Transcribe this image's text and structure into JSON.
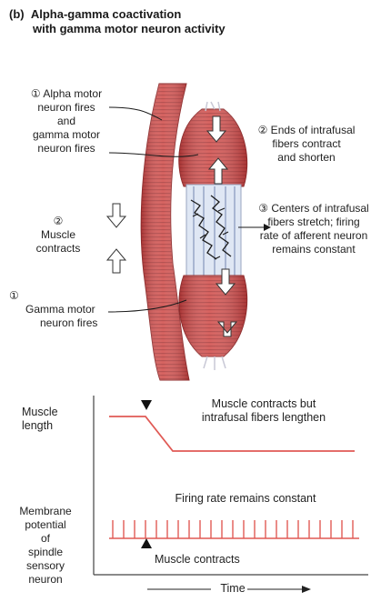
{
  "figure": {
    "panel": "(b)",
    "title_line1": "Alpha-gamma coactivation",
    "title_line2": "with gamma motor neuron activity"
  },
  "labels": {
    "step1_top_num": "①",
    "step1_top_l1": "Alpha motor",
    "step1_top_l2": "neuron fires",
    "step1_top_l3": "and",
    "step1_top_l4": "gamma motor",
    "step1_top_l5": "neuron fires",
    "step2_left_num": "②",
    "step2_left_l1": "Muscle",
    "step2_left_l2": "contracts",
    "step1_bottom_num": "①",
    "step1_bottom_l1": "Gamma motor",
    "step1_bottom_l2": "neuron fires",
    "step2_right_l1": "② Ends of intrafusal",
    "step2_right_l2": "fibers contract",
    "step2_right_l3": "and shorten",
    "step3_l1": "③ Centers of intrafusal",
    "step3_l2": "fibers stretch; firing",
    "step3_l3": "rate of afferent neuron",
    "step3_l4": "remains constant"
  },
  "graph": {
    "muscle_length_l1": "Muscle",
    "muscle_length_l2": "length",
    "annotation_top_l1": "Muscle contracts but",
    "annotation_top_l2": "intrafusal fibers lengthen",
    "membrane_l1": "Membrane",
    "membrane_l2": "potential",
    "membrane_l3": "of",
    "membrane_l4": "spindle",
    "membrane_l5": "sensory",
    "membrane_l6": "neuron",
    "firing_text": "Firing rate remains constant",
    "annotation_bottom": "Muscle contracts",
    "time_label": "Time"
  },
  "colors": {
    "muscle_red": "#c9413f",
    "muscle_dark": "#9e2b2c",
    "trace_red": "#e05a55",
    "intrafusal_blue": "#dfe7f4"
  }
}
